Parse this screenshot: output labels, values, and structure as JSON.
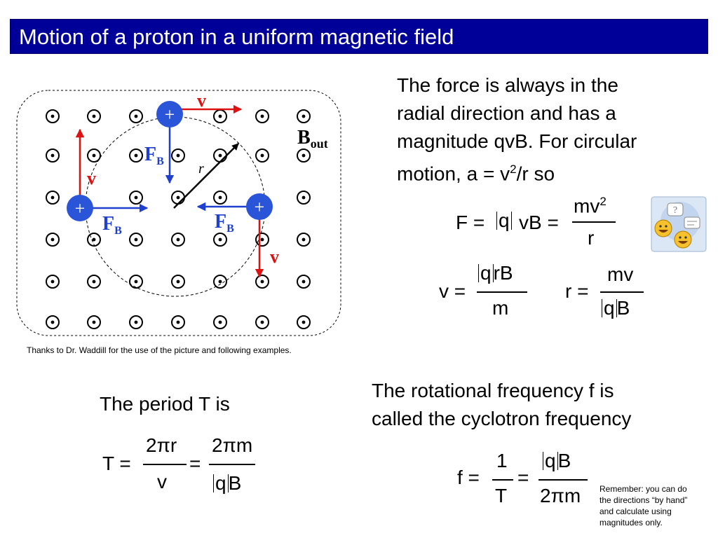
{
  "slide": {
    "title": "Motion of a proton in a uniform magnetic field",
    "para1": [
      "The force is always in the",
      "radial direction and has a",
      "magnitude qvB.  For circular",
      "motion, a = v"
    ],
    "para1_sup": "2",
    "para1_tail": "/r so",
    "credit": "Thanks to Dr. Waddill for the use of the picture and following examples.",
    "period_text": "The period T is",
    "freq_text": [
      "The rotational frequency f is",
      "called the cyclotron frequency"
    ],
    "remember": [
      "Remember: you can do",
      "the directions “by hand”",
      "and calculate using",
      "magnitudes only."
    ]
  },
  "diagram": {
    "proton_sign": "+",
    "velocity_label": "v",
    "force_label": "F",
    "force_sub": "B",
    "field_label": "B",
    "field_sub": "out",
    "radius_label": "r",
    "colors": {
      "velocity": "#dd1111",
      "force": "#1f3fcf",
      "proton_fill": "#2b55d8",
      "field_dot": "#000000"
    }
  },
  "equations": {
    "force": {
      "lhs": "F =",
      "mid_q": "q",
      "mid_rest": "vB =",
      "num": "mv",
      "num_sup": "2",
      "den": "r"
    },
    "speed": {
      "lhs": "v =",
      "num_q": "q",
      "num_rest": "rB",
      "den": "m"
    },
    "radius": {
      "lhs": "r =",
      "num": "mv",
      "den_q": "q",
      "den_rest": "B"
    },
    "period": {
      "lhs": "T =",
      "num1": "2πr",
      "den1": "v",
      "eq": "=",
      "num2": "2πm",
      "den2_q": "q",
      "den2_rest": "B"
    },
    "frequency": {
      "lhs": "f =",
      "num1": "1",
      "den1": "T",
      "eq": "=",
      "num2_q": "q",
      "num2_rest": "B",
      "den2": "2πm"
    }
  }
}
